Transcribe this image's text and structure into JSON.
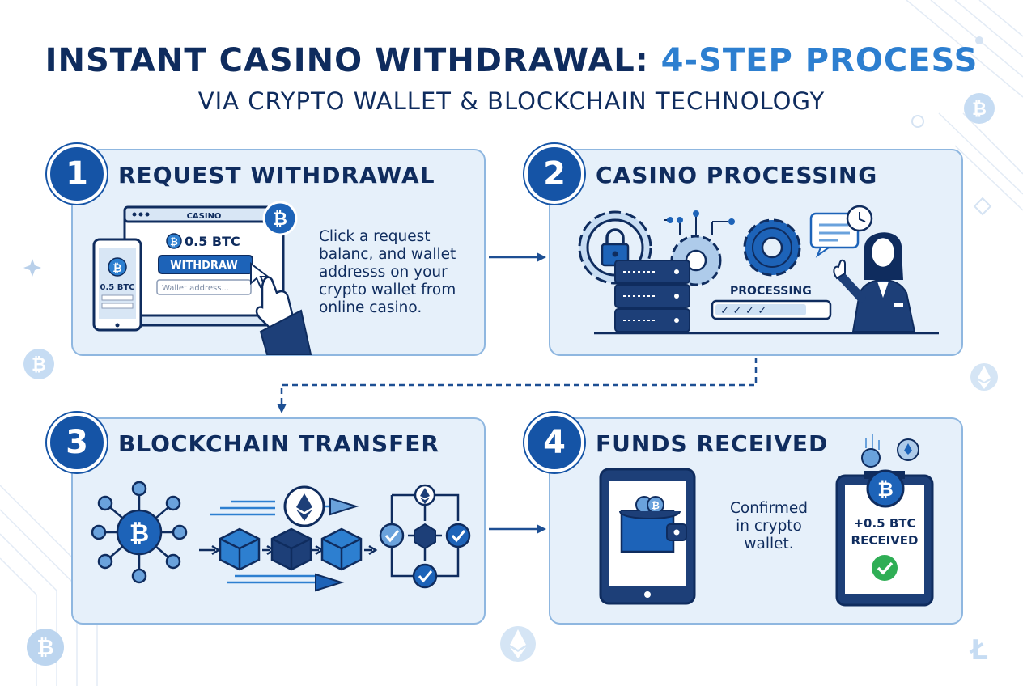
{
  "header": {
    "title_main": "INSTANT CASINO WITHDRAWAL: ",
    "title_highlight": "4-STEP PROCESS",
    "subtitle": "VIA CRYPTO WALLET & BLOCKCHAIN TECHNOLOGY"
  },
  "steps": [
    {
      "number": "1",
      "title": "REQUEST WITHDRAWAL",
      "screen_label": "CASINO",
      "balance": "0.5 BTC",
      "phone_balance": "0.5 BTC",
      "withdraw_button": "WITHDRAW",
      "wallet_placeholder": "Wallet address...",
      "description_lines": [
        "Click a request",
        "balanc, and wallet",
        "addresss on your",
        "crypto wallet from",
        "online casino."
      ]
    },
    {
      "number": "2",
      "title": "CASINO PROCESSING",
      "status_label": "PROCESSING",
      "checks": "✓ ✓ ✓ ✓"
    },
    {
      "number": "3",
      "title": "BLOCKCHAIN TRANSFER"
    },
    {
      "number": "4",
      "title": "FUNDS RECEIVED",
      "description_lines": [
        "Confirmed",
        "in crypto",
        "wallet."
      ],
      "received_amount": "+0.5 BTC",
      "received_label": "RECEIVED"
    }
  ],
  "icons": {
    "bitcoin": "₿",
    "ethereum": "ethereum-icon",
    "litecoin": "Ł",
    "check": "✓"
  },
  "colors": {
    "navy": "#0f2c5e",
    "accent_blue": "#2d7fd0",
    "step_blue": "#1554a6",
    "card_bg": "#e6f0fa",
    "card_border": "#8fb7e0",
    "success_green": "#2fae55"
  }
}
